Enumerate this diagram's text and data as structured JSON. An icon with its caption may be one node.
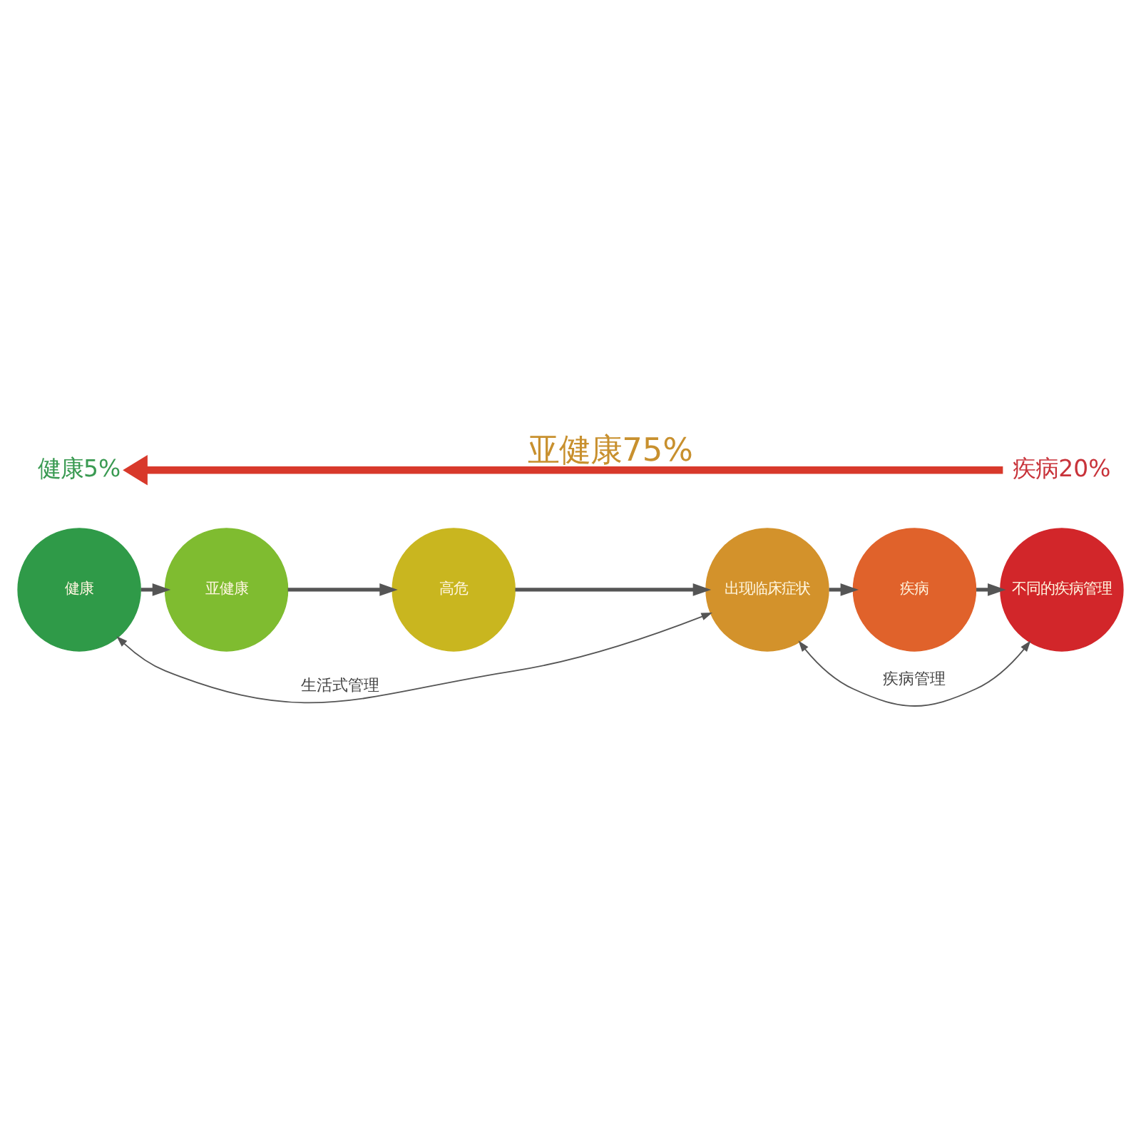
{
  "diagram": {
    "nodes": [
      {
        "text": [
          "健康5%"
        ]
      },
      {
        "text": [
          "疾病20%"
        ]
      },
      {
        "text": [
          "健康"
        ]
      },
      {
        "text": [
          "亚健康"
        ]
      },
      {
        "text": [
          "高危"
        ]
      },
      {
        "text": [
          "出现临床症状"
        ]
      },
      {
        "text": [
          "疾病"
        ]
      },
      {
        "text": [
          "不同的疾病管理"
        ]
      }
    ],
    "edges": [
      {
        "from": 1,
        "to": 0,
        "arrow": "to",
        "label": "亚健康75%",
        "style": "thick",
        "color": "#d8392b"
      },
      {
        "from": 2,
        "to": 3,
        "arrow": "to"
      },
      {
        "from": 3,
        "to": 4,
        "arrow": "to"
      },
      {
        "from": 4,
        "to": 5,
        "arrow": "to"
      },
      {
        "from": 5,
        "to": 6,
        "arrow": "to"
      },
      {
        "from": 6,
        "to": 7,
        "arrow": "to"
      },
      {
        "from": 2,
        "to": 5,
        "arrow": "both",
        "label": "生活式管理"
      },
      {
        "from": 5,
        "to": 7,
        "arrow": "both",
        "label": "疾病管理"
      }
    ]
  }
}
